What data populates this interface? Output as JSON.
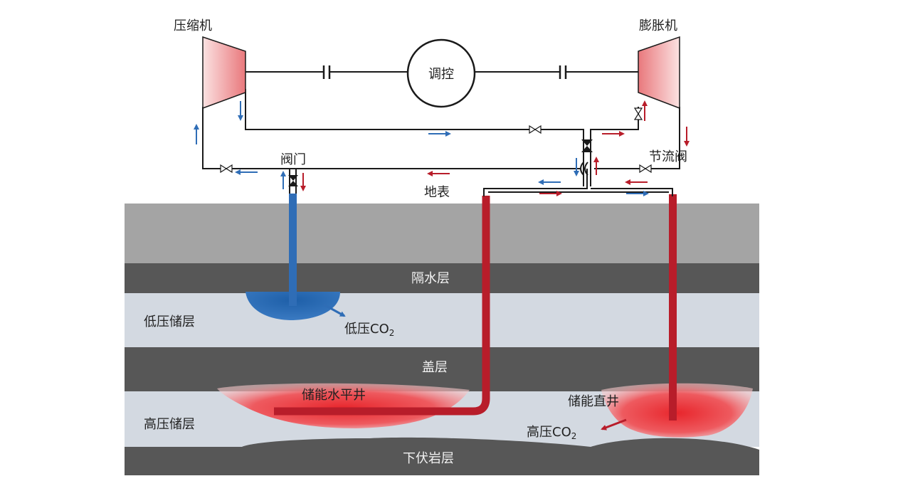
{
  "labels": {
    "compressor": "压缩机",
    "expander": "膨胀机",
    "control": "调控",
    "valve": "阀门",
    "throttle_valve": "节流阀",
    "surface": "地表",
    "aquiclude": "隔水层",
    "low_pressure_reservoir": "低压储层",
    "low_pressure_co2": "低压CO",
    "low_pressure_co2_sub": "2",
    "caprock": "盖层",
    "horizontal_storage_well": "储能水平井",
    "vertical_storage_well": "储能直井",
    "high_pressure_reservoir": "高压储层",
    "high_pressure_co2": "高压CO",
    "high_pressure_co2_sub": "2",
    "underlying_rock": "下伏岩层"
  },
  "colors": {
    "surface_layer": "#a4a4a4",
    "dark_layer": "#575757",
    "reservoir_layer": "#d2d8e0",
    "blue_flow": "#2f6db6",
    "red_flow": "#b81d2a",
    "machine_fill": "#f08a8a"
  }
}
